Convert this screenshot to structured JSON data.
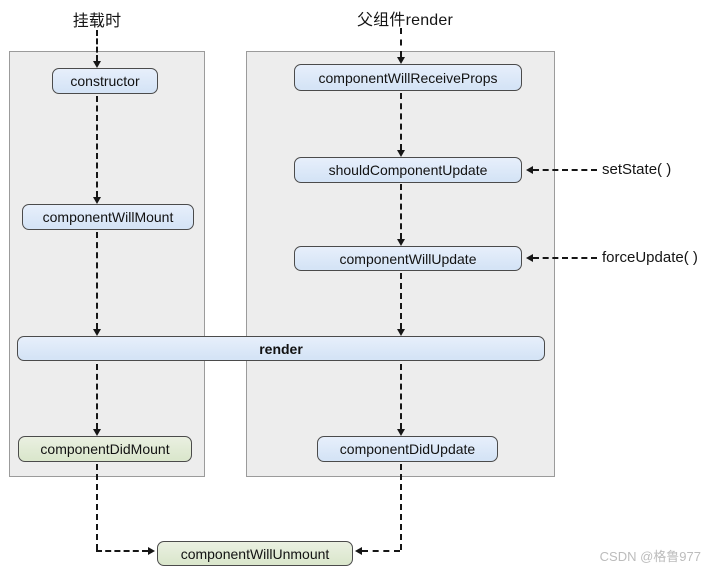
{
  "diagram": {
    "left_title": "挂载时",
    "right_title": "父组件render",
    "nodes": {
      "ctor": "constructor",
      "will_mount": "componentWillMount",
      "did_mount": "componentDidMount",
      "will_receive_props": "componentWillReceiveProps",
      "should_update": "shouldComponentUpdate",
      "will_update": "componentWillUpdate",
      "did_update": "componentDidUpdate",
      "render": "render",
      "will_unmount": "componentWillUnmount"
    },
    "annotations": {
      "set_state": "setState( )",
      "force_update": "forceUpdate( )"
    },
    "colors": {
      "panel_bg": "#ededed",
      "panel_border": "#9b9b9b",
      "box_blue": "#d5e4f6",
      "box_green": "#dbe7cd",
      "node_border": "#4b4b4b",
      "arrow": "#161616",
      "watermark": "#bcbcbc"
    }
  },
  "watermark": "CSDN @格鲁977"
}
